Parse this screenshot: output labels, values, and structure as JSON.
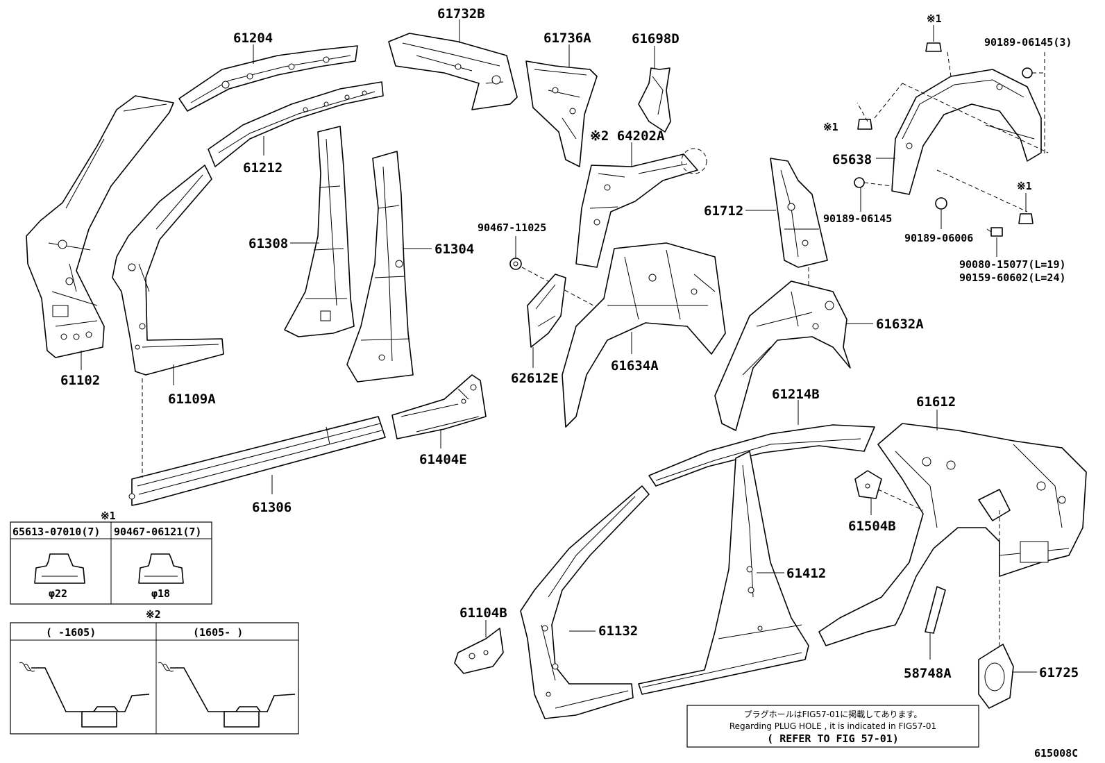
{
  "diagram_code": "615008C",
  "note_line1": "プラグホールはFIG57-01に掲載してあります。",
  "note_line2": "Regarding PLUG HOLE , it is indicated in FIG57-01",
  "note_line3": "( REFER TO FIG 57-01)",
  "table1": {
    "marker": "※1",
    "col1": "65613-07010(7)",
    "col2": "90467-06121(7)",
    "dim1": "φ22",
    "dim2": "φ18"
  },
  "table2": {
    "marker": "※2",
    "col1": "(    -1605)",
    "col2": "(1605-    )"
  },
  "labels": {
    "p61204": "61204",
    "p61212": "61212",
    "p61102": "61102",
    "p61109A": "61109A",
    "p61308": "61308",
    "p61304": "61304",
    "p61306": "61306",
    "p61404E": "61404E",
    "p61732B": "61732B",
    "p61736A": "61736A",
    "p61698D": "61698D",
    "p64202A": "※2 64202A",
    "p90467_11025": "90467-11025",
    "p62612E": "62612E",
    "p61634A": "61634A",
    "p61712": "61712",
    "p61632A": "61632A",
    "p65638": "65638",
    "mark1_top": "※1",
    "mark1_left": "※1",
    "mark1_right": "※1",
    "p90189_06145_3": "90189-06145(3)",
    "p90189_06145": "90189-06145",
    "p90189_06006": "90189-06006",
    "p90080_15077": "90080-15077(L=19)",
    "p90159_60602": "90159-60602(L=24)",
    "p61214B": "61214B",
    "p61612": "61612",
    "p61504B": "61504B",
    "p61412": "61412",
    "p61104B": "61104B",
    "p61132": "61132",
    "p58748A": "58748A",
    "p61725": "61725"
  }
}
